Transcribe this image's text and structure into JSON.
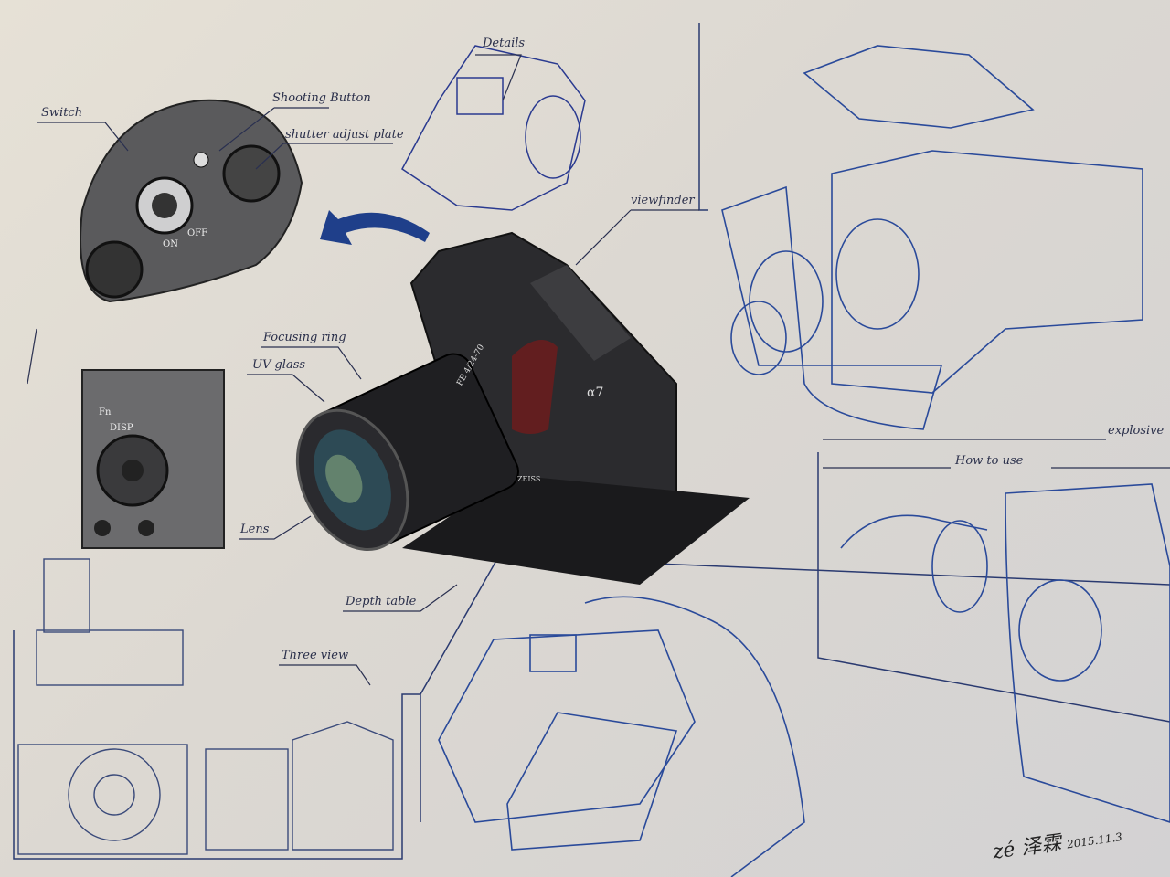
{
  "labels": {
    "switch": "Switch",
    "shooting_button": "Shooting Button",
    "shutter_adjust_plate": "shutter adjust plate",
    "details": "Details",
    "viewfinder": "viewfinder",
    "focusing_ring": "Focusing ring",
    "uv_glass": "UV glass",
    "lens": "Lens",
    "depth_table": "Depth table",
    "three_view": "Three view",
    "explosive": "explosive",
    "how_to_use": "How to use"
  },
  "dial_labels": {
    "on": "ON",
    "off": "OFF",
    "disp": "DISP",
    "fn": "Fn"
  },
  "camera_marks": {
    "lens_text": "FE 4/24-70",
    "alpha": "α7",
    "brand": "ZEISS"
  },
  "signature": {
    "name": "zé 泽霖",
    "date": "2015.11.3"
  },
  "colors": {
    "paper": "#e2ded6",
    "ink_blue": "#1f3f8a",
    "marker_dark": "#2b2b2e"
  }
}
